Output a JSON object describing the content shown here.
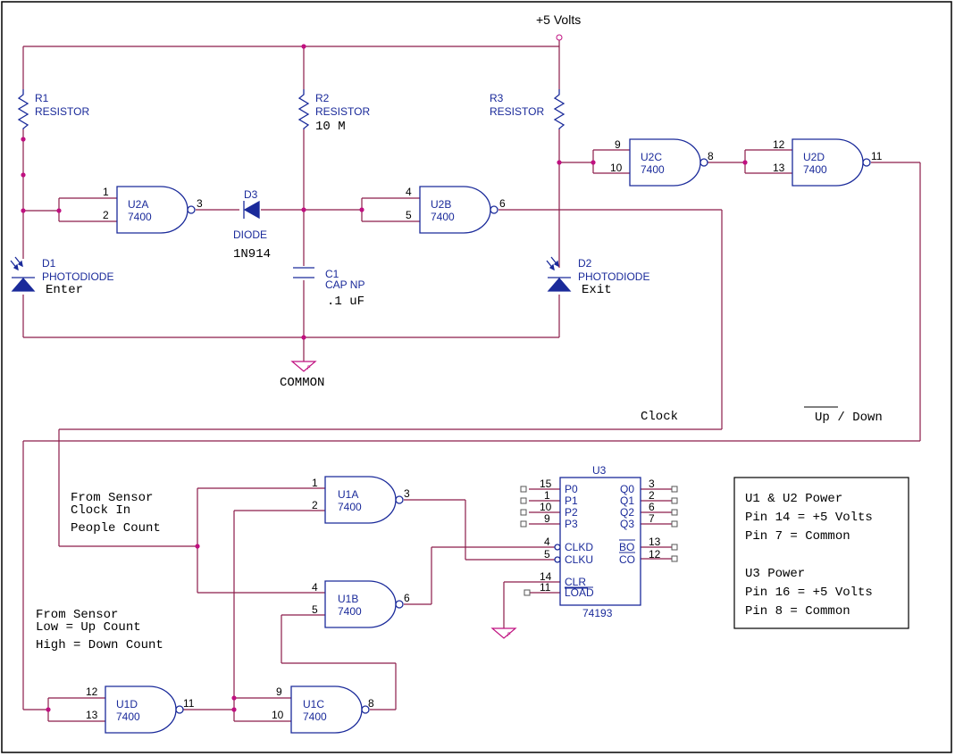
{
  "supply": {
    "label": "+5 Volts"
  },
  "resistors": [
    {
      "ref": "R1",
      "type": "RESISTOR",
      "value": ""
    },
    {
      "ref": "R2",
      "type": "RESISTOR",
      "value": "10 M"
    },
    {
      "ref": "R3",
      "type": "RESISTOR",
      "value": ""
    }
  ],
  "diode": {
    "ref": "D3",
    "type": "DIODE",
    "value": "1N914"
  },
  "capacitor": {
    "ref": "C1",
    "type": "CAP NP",
    "value": ".1 uF"
  },
  "photodiodes": [
    {
      "ref": "D1",
      "type": "PHOTODIODE",
      "label": "Enter"
    },
    {
      "ref": "D2",
      "type": "PHOTODIODE",
      "label": "Exit"
    }
  ],
  "common": {
    "label": "COMMON"
  },
  "gates": {
    "u2a": {
      "ref": "U2A",
      "part": "7400",
      "in1": "1",
      "in2": "2",
      "out": "3"
    },
    "u2b": {
      "ref": "U2B",
      "part": "7400",
      "in1": "4",
      "in2": "5",
      "out": "6"
    },
    "u2c": {
      "ref": "U2C",
      "part": "7400",
      "in1": "9",
      "in2": "10",
      "out": "8"
    },
    "u2d": {
      "ref": "U2D",
      "part": "7400",
      "in1": "12",
      "in2": "13",
      "out": "11"
    },
    "u1a": {
      "ref": "U1A",
      "part": "7400",
      "in1": "1",
      "in2": "2",
      "out": "3"
    },
    "u1b": {
      "ref": "U1B",
      "part": "7400",
      "in1": "4",
      "in2": "5",
      "out": "6"
    },
    "u1c": {
      "ref": "U1C",
      "part": "7400",
      "in1": "9",
      "in2": "10",
      "out": "8"
    },
    "u1d": {
      "ref": "U1D",
      "part": "7400",
      "in1": "12",
      "in2": "13",
      "out": "11"
    }
  },
  "counter": {
    "ref": "U3",
    "part": "74193",
    "left_pins": [
      {
        "num": "15",
        "name": "P0"
      },
      {
        "num": "1",
        "name": "P1"
      },
      {
        "num": "10",
        "name": "P2"
      },
      {
        "num": "9",
        "name": "P3"
      },
      {
        "num": "4",
        "name": "CLKD"
      },
      {
        "num": "5",
        "name": "CLKU"
      },
      {
        "num": "14",
        "name": "CLR"
      },
      {
        "num": "11",
        "name": "LOAD"
      }
    ],
    "right_pins": [
      {
        "num": "3",
        "name": "Q0"
      },
      {
        "num": "2",
        "name": "Q1"
      },
      {
        "num": "6",
        "name": "Q2"
      },
      {
        "num": "7",
        "name": "Q3"
      },
      {
        "num": "13",
        "name": "BO"
      },
      {
        "num": "12",
        "name": "CO"
      }
    ]
  },
  "net_labels": {
    "clock": "Clock",
    "updown_up": "Up",
    "updown_rest": " / Down"
  },
  "notes": {
    "sensor_clock": [
      "From Sensor",
      "Clock In",
      "People Count"
    ],
    "sensor_dir": [
      "From Sensor",
      "Low = Up Count",
      "High = Down Count"
    ]
  },
  "power_box": {
    "lines": [
      "U1 & U2 Power",
      "Pin 14 = +5 Volts",
      "Pin 7 = Common",
      "",
      "U3 Power",
      "Pin 16 = +5 Volts",
      "Pin 8 = Common"
    ]
  }
}
